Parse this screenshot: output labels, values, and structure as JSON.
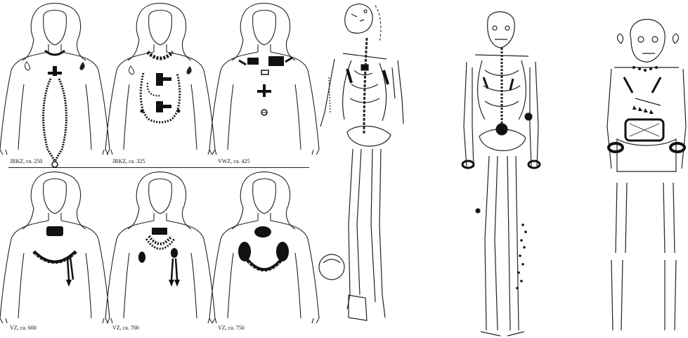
{
  "colors": {
    "ink": "#111111",
    "background": "#ffffff"
  },
  "captions": {
    "fig1": "JRKZ, ca. 250",
    "fig2": "JRKZ, ca. 325",
    "fig3": "VWZ, ca. 425",
    "fig4": "VZ, ca. 600",
    "fig5": "VZ, ca. 700",
    "fig6": "VZ, ca. 750"
  }
}
